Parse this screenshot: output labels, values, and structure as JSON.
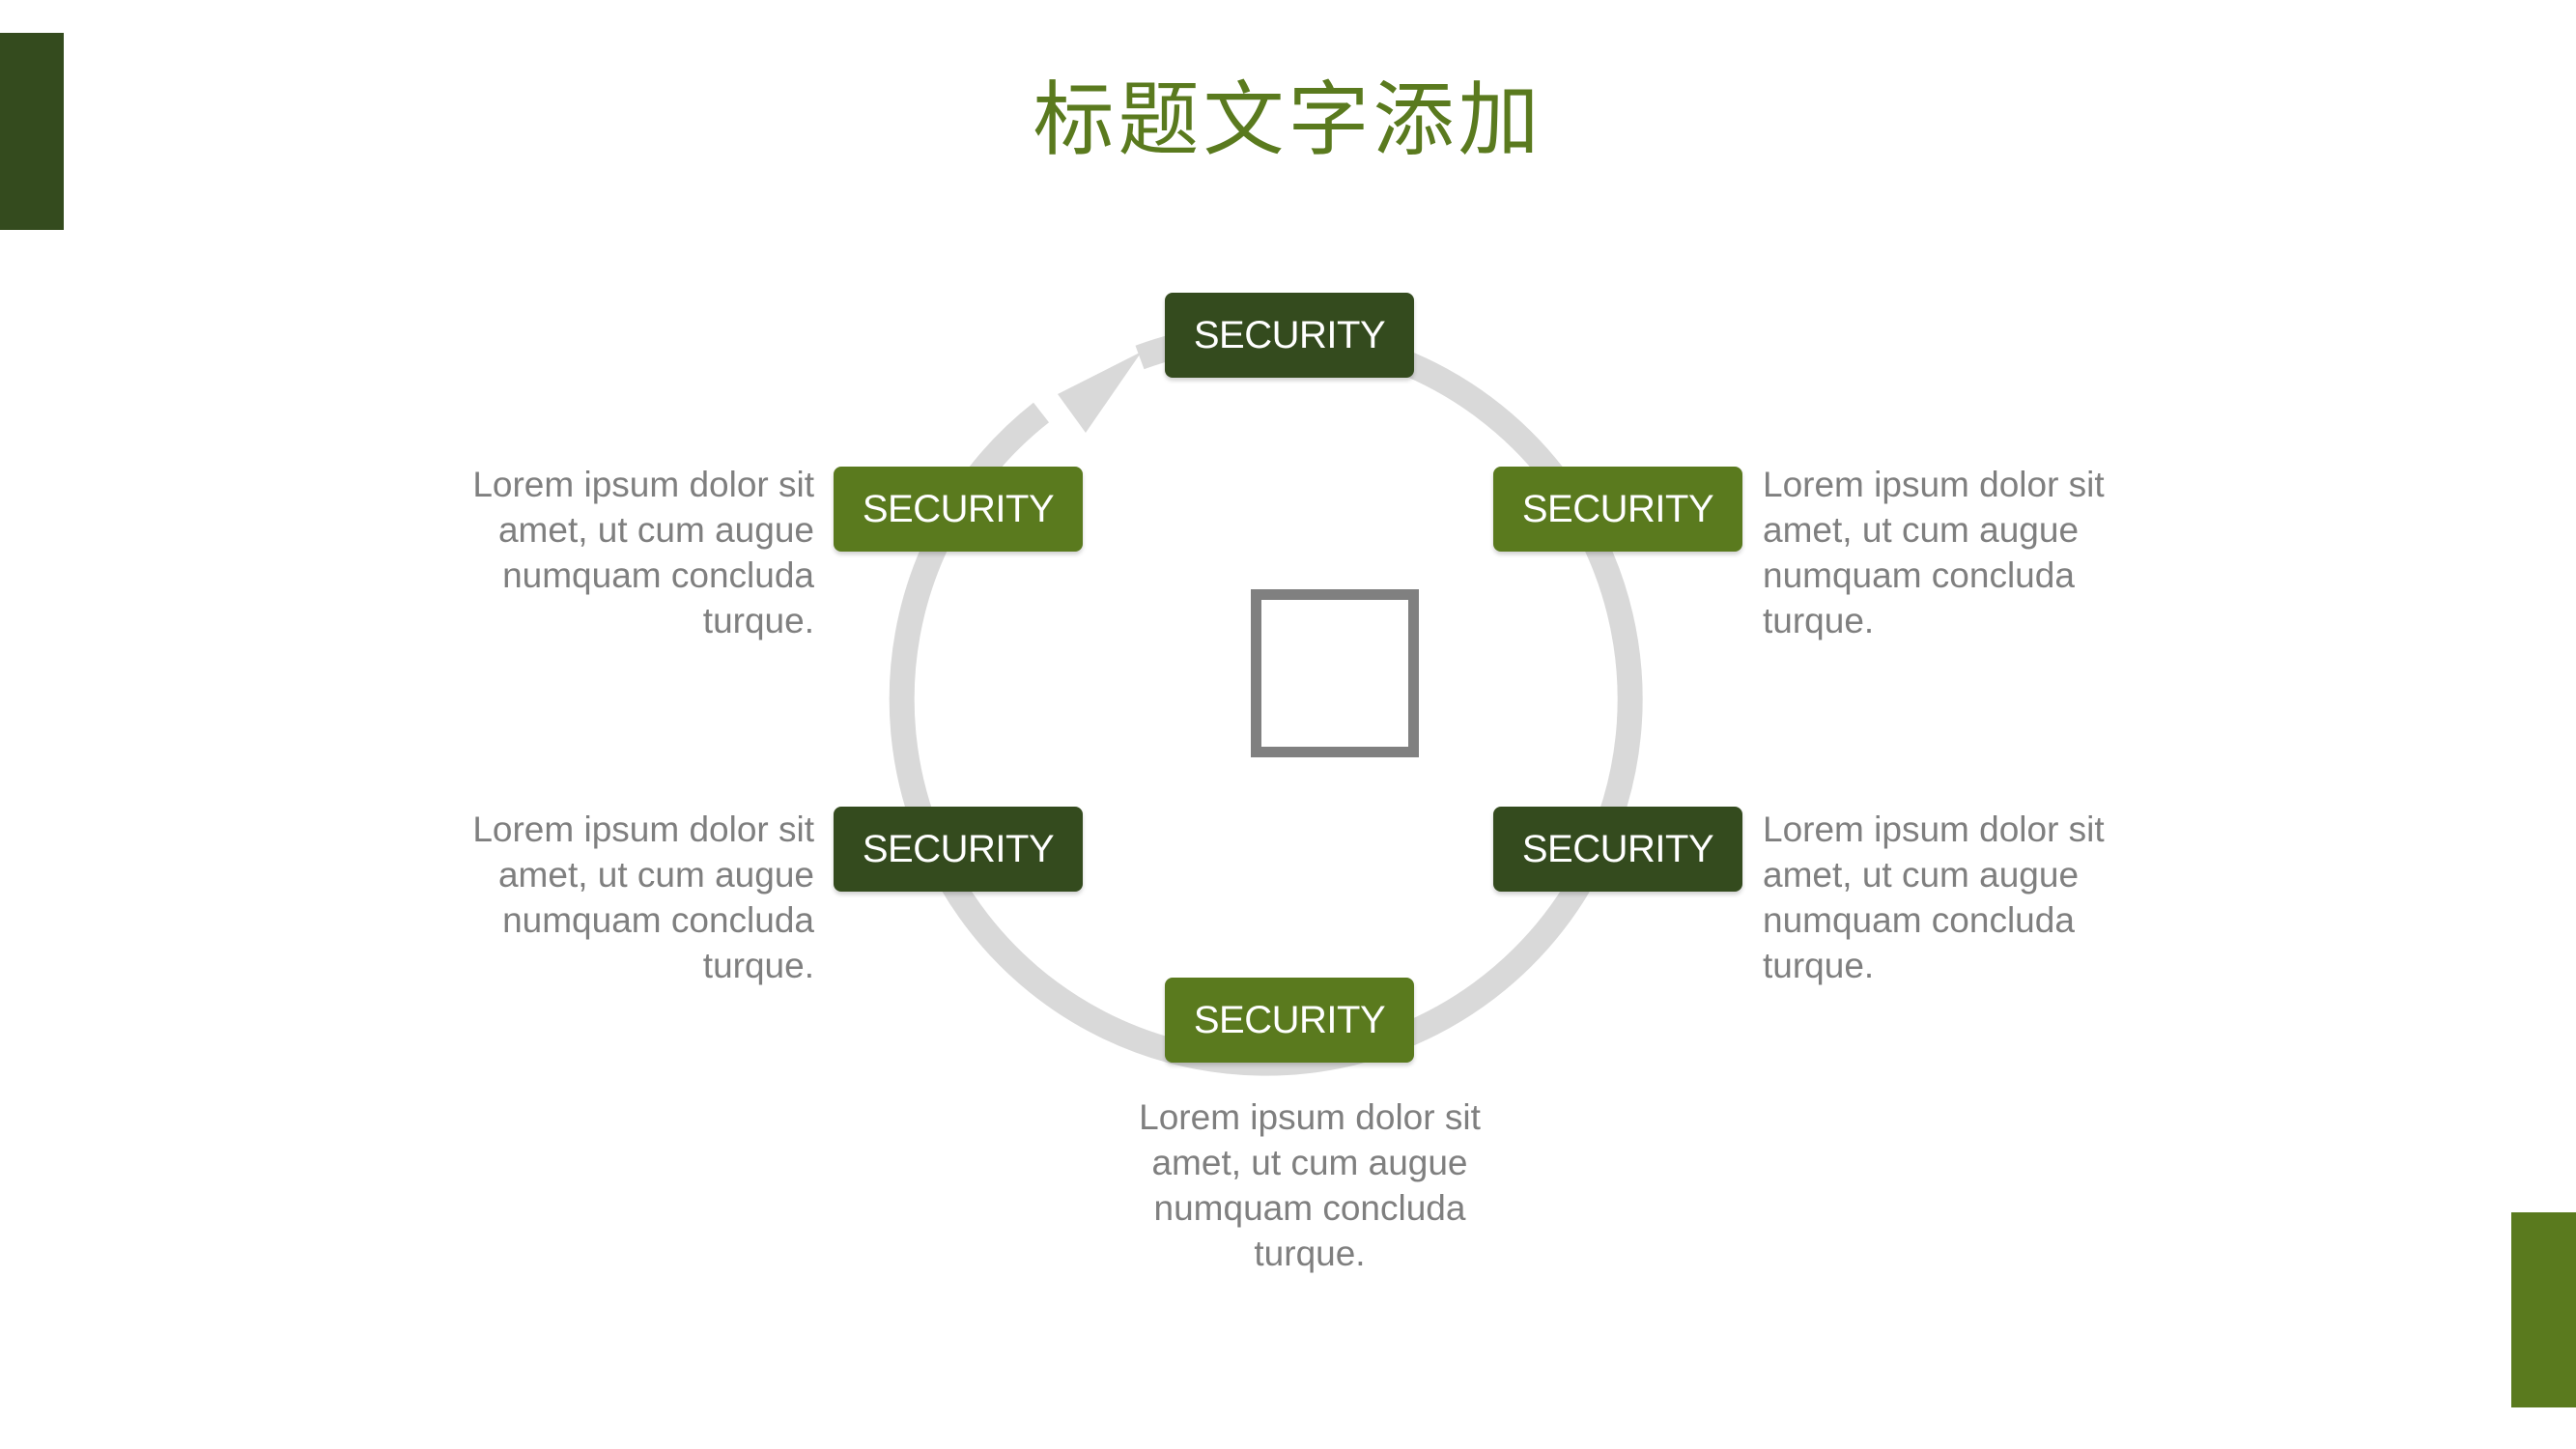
{
  "colors": {
    "dark_green": "#344b1e",
    "light_green": "#5a7a1e",
    "title_green": "#5a7a1e",
    "ring_gray": "#d9d9d9",
    "text_gray": "#7f7f7f",
    "square_gray": "#808080"
  },
  "title": "标题文字添加",
  "nodes": [
    {
      "label": "SECURITY",
      "tone": "dark",
      "description": ""
    },
    {
      "label": "SECURITY",
      "tone": "light",
      "description": "Lorem ipsum dolor sit amet, ut cum augue numquam concluda turque."
    },
    {
      "label": "SECURITY",
      "tone": "dark",
      "description": "Lorem ipsum dolor sit amet, ut cum augue numquam concluda turque."
    },
    {
      "label": "SECURITY",
      "tone": "light",
      "description": "Lorem ipsum dolor sit amet, ut cum augue numquam concluda turque."
    },
    {
      "label": "SECURITY",
      "tone": "dark",
      "description": "Lorem ipsum dolor sit amet, ut cum augue numquam concluda turque."
    },
    {
      "label": "SECURITY",
      "tone": "light",
      "description": "Lorem ipsum dolor sit amet, ut cum augue numquam concluda turque."
    }
  ],
  "center_icon": "square-outline-icon",
  "ring_arrow_icon": "cycle-arrow-icon"
}
